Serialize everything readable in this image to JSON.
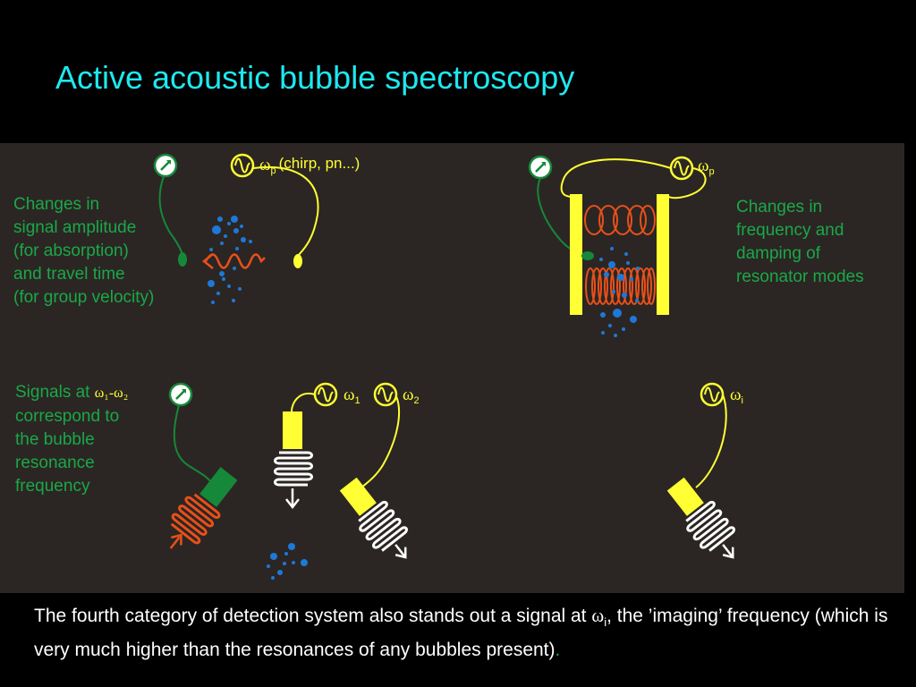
{
  "title": "Active acoustic bubble spectroscopy",
  "panels": {
    "tl": {
      "label_omega": "ω",
      "label_sub": "p",
      "label_extra": "(chirp, pn...)",
      "note": [
        "Changes in",
        "signal amplitude",
        "(for absorption)",
        "and travel time",
        "(for group velocity)"
      ]
    },
    "tr": {
      "label_omega": "ω",
      "label_sub": "p",
      "note": [
        "Changes in",
        "frequency and",
        "damping of",
        "resonator modes"
      ]
    },
    "bl": {
      "label1_omega": "ω",
      "label1_sub": "1",
      "label2_omega": "ω",
      "label2_sub": "2",
      "note_prefix": "Signals at ",
      "note_formula": "ω₁-ω₂",
      "note_rest": [
        "correspond to",
        "the bubble",
        "resonance",
        "frequency"
      ]
    },
    "br": {
      "label_omega": "ω",
      "label_sub": "i"
    }
  },
  "caption": {
    "part1": "The fourth category of detection system also stands out a signal at ",
    "omega": "ω",
    "sub": "i",
    "part2": ", the ’imaging’ frequency (which is very much higher than the resonances of any bubbles present)",
    "end": "."
  },
  "colors": {
    "title": "#1ee8f0",
    "note": "#1aa848",
    "yellow": "#ffff33",
    "orange": "#e8501a",
    "green": "#16883a",
    "bubble": "#1e78d8",
    "panel": "#2b2623"
  }
}
